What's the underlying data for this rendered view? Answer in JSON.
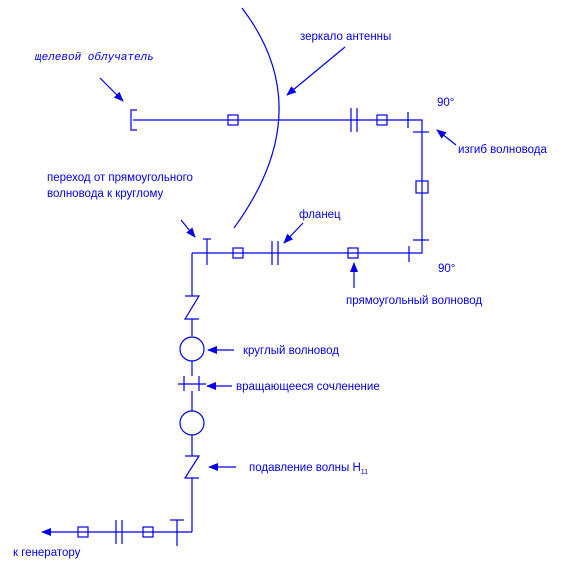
{
  "labels": {
    "slot_feed": "щелевой облучатель",
    "mirror": "зеркало антенны",
    "bend": "изгиб волновода",
    "transition_line1": "переход от прямоугольного",
    "transition_line2": "волновода к круглому",
    "flange": "фланец",
    "rect_waveguide": "прямоугольный волновод",
    "round_waveguide": "круглый волновод",
    "rotary_joint": "вращающееся сочленение",
    "suppression": "подавление волны H",
    "suppression_sub": "11",
    "generator": "к генератору",
    "angle_top": "90°",
    "angle_bottom": "90°"
  },
  "colors": {
    "ink": "#0000ee"
  }
}
